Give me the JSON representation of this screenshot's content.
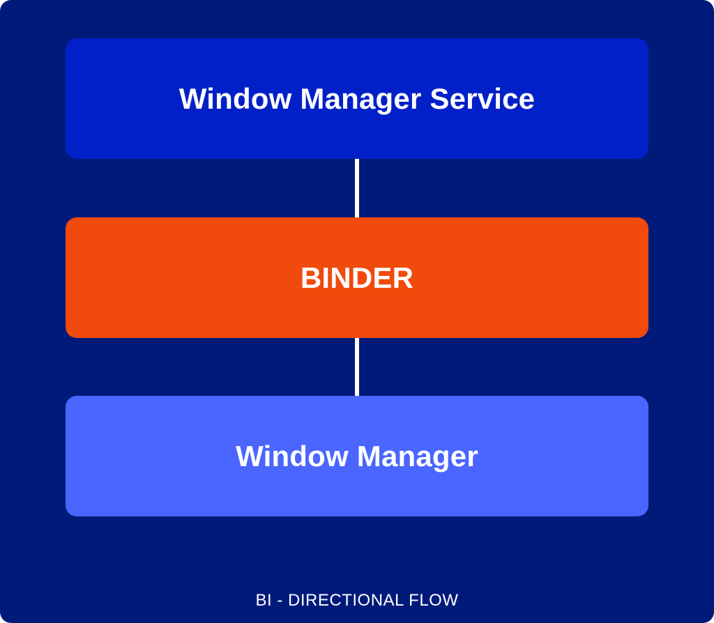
{
  "diagram": {
    "colors": {
      "background": "#001a7a",
      "top_box": "#0220c8",
      "middle_box": "#f04a0c",
      "bottom_box": "#4a66ff",
      "connector": "#ffffff",
      "text": "#ffffff"
    },
    "boxes": [
      {
        "label": "Window Manager Service"
      },
      {
        "label": "BINDER"
      },
      {
        "label": "Window Manager"
      }
    ],
    "caption": "BI - DIRECTIONAL FLOW"
  }
}
